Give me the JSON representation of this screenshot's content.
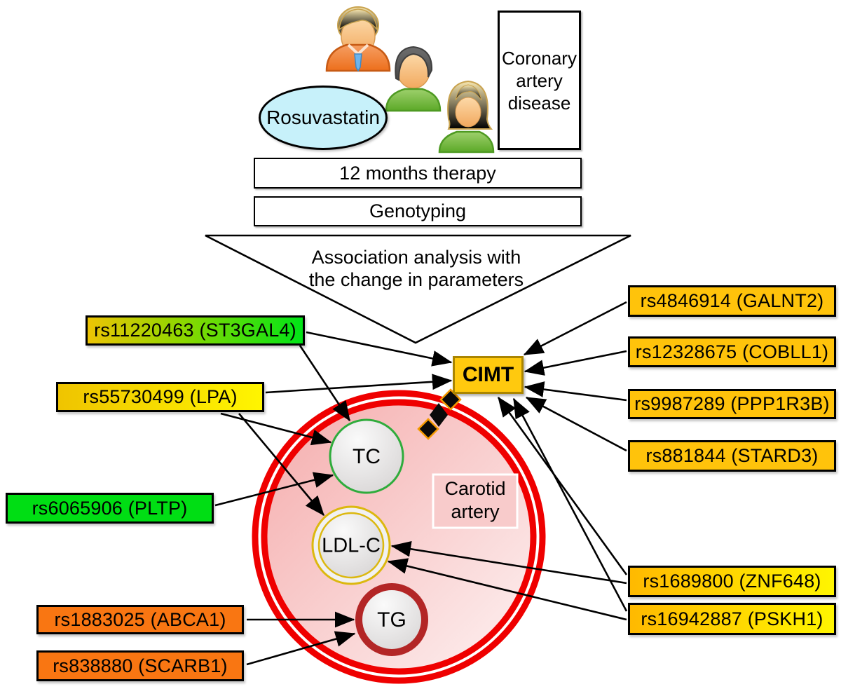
{
  "study": {
    "drug": "Rosuvastatin",
    "population": "Coronary artery disease",
    "step1": "12 months therapy",
    "step2": "Genotyping",
    "analysis_line1": "Association analysis with",
    "analysis_line2": "the change in parameters"
  },
  "outcome": {
    "cimt": "CIMT",
    "vessel_line1": "Carotid",
    "vessel_line2": "artery",
    "tc": "TC",
    "ldl": "LDL-C",
    "tg": "TG"
  },
  "snps": {
    "left": [
      {
        "label": "rs11220463 (ST3GAL4)"
      },
      {
        "label": "rs55730499 (LPA)"
      },
      {
        "label": "rs6065906 (PLTP)"
      },
      {
        "label": "rs1883025 (ABCA1)"
      },
      {
        "label": "rs838880 (SCARB1)"
      }
    ],
    "right": [
      {
        "label": "rs4846914 (GALNT2)"
      },
      {
        "label": "rs12328675 (COBLL1)"
      },
      {
        "label": "rs9987289 (PPP1R3B)"
      },
      {
        "label": "rs881844 (STARD3)"
      },
      {
        "label": "rs1689800 (ZNF648)"
      },
      {
        "label": "rs16942887 (PSKH1)"
      }
    ]
  },
  "colors": {
    "amber": "#FFC30B",
    "bright_yellow": "#FFF500",
    "green": "#00DE14",
    "orange": "#F97612",
    "artery_red": "#EF0000",
    "artery_pink": "#F6B6B6",
    "drug_cyan": "#C7F1FA",
    "cimt_gold_border": "#AA8500",
    "tc_ring_green": "#2FAC3C",
    "ldl_ring_gold": "#DCB80F",
    "tg_ring_red": "#B32626"
  }
}
